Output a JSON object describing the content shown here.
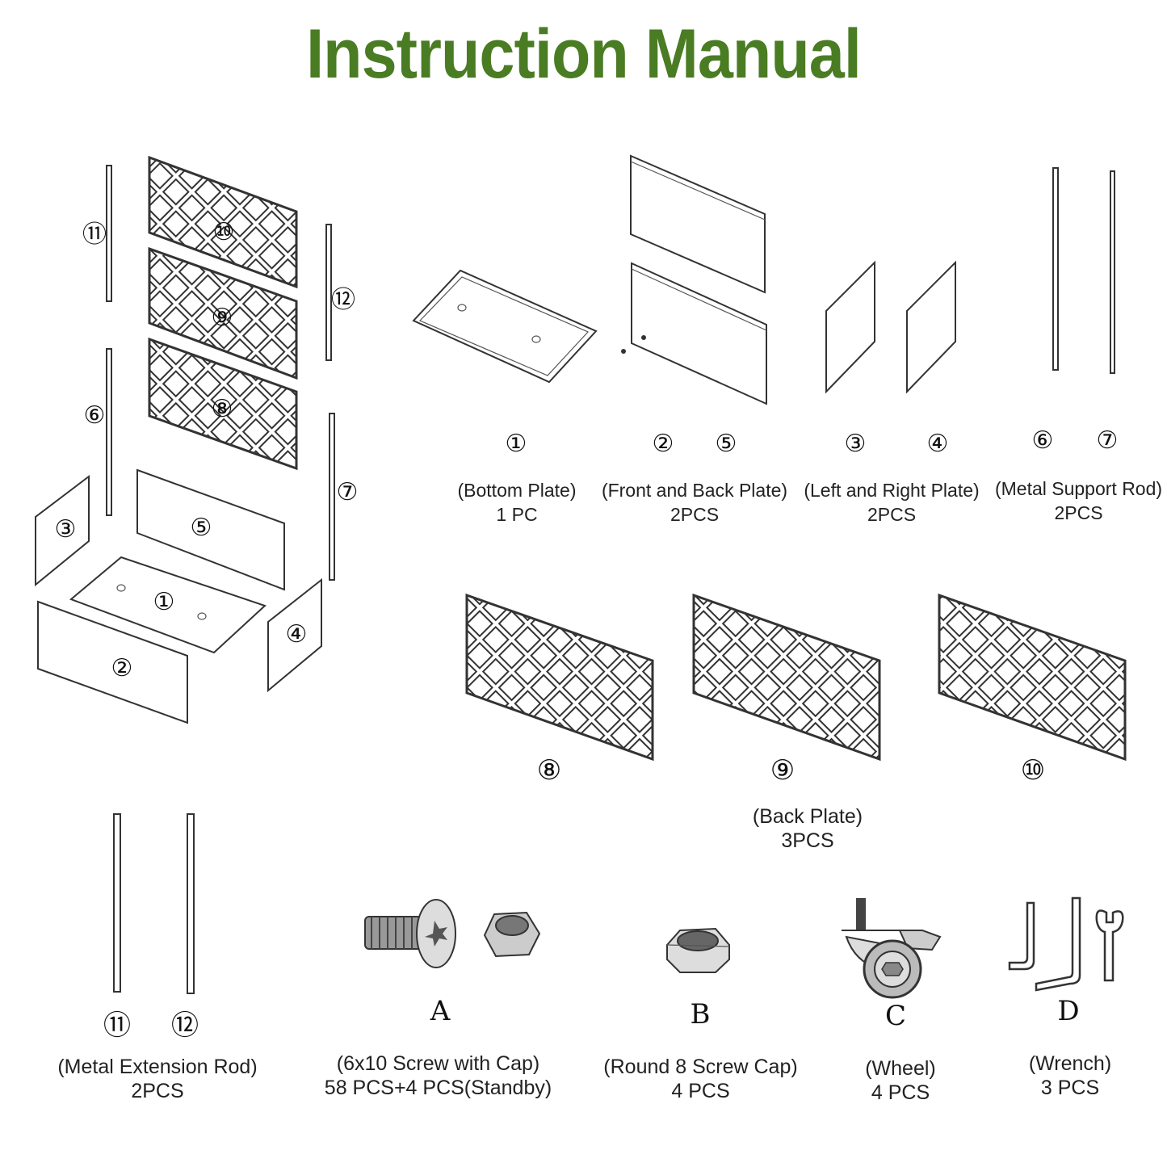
{
  "header": {
    "title": "Instruction Manual"
  },
  "colors": {
    "title": "#4a7c23",
    "lines": "#333333"
  },
  "exploded_view": {
    "markers": [
      "⑪",
      "⑩",
      "⑫",
      "⑨",
      "⑥",
      "⑧",
      "⑦",
      "③",
      "⑤",
      "①",
      "④",
      "②"
    ]
  },
  "parts": {
    "bottom_plate": {
      "markers": [
        "①"
      ],
      "name": "(Bottom Plate)",
      "qty": "1 PC"
    },
    "front_back_plate": {
      "markers": [
        "②",
        "⑤"
      ],
      "name": "(Front and Back Plate)",
      "qty": "2PCS"
    },
    "left_right_plate": {
      "markers": [
        "③",
        "④"
      ],
      "name": "(Left and Right Plate)",
      "qty": "2PCS"
    },
    "support_rod": {
      "markers": [
        "⑥",
        "⑦"
      ],
      "name": "(Metal Support Rod)",
      "qty": "2PCS"
    },
    "back_plate": {
      "markers": [
        "⑧",
        "⑨",
        "⑩"
      ],
      "name": "(Back Plate)",
      "qty": "3PCS"
    },
    "extension_rod": {
      "markers": [
        "⑪",
        "⑫"
      ],
      "name": "(Metal Extension Rod)",
      "qty": "2PCS"
    }
  },
  "hardware": [
    {
      "letter": "A",
      "name": "(6x10 Screw with Cap)",
      "qty": "58 PCS+4 PCS(Standby)",
      "icon": "screw-and-nut"
    },
    {
      "letter": "B",
      "name": "(Round 8 Screw Cap)",
      "qty": "4 PCS",
      "icon": "hex-nut"
    },
    {
      "letter": "C",
      "name": "(Wheel)",
      "qty": "4 PCS",
      "icon": "caster-wheel"
    },
    {
      "letter": "D",
      "name": "(Wrench)",
      "qty": "3 PCS",
      "icon": "wrenches"
    }
  ]
}
